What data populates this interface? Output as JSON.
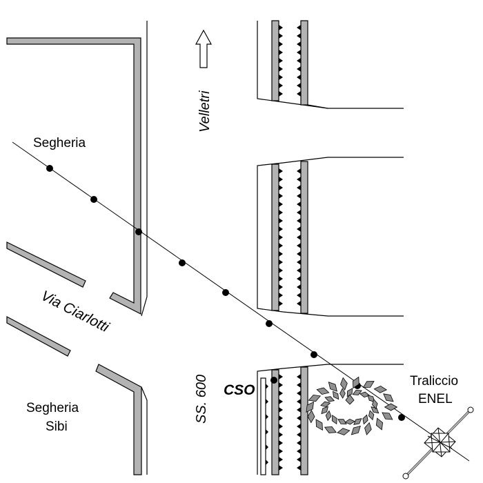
{
  "map": {
    "labels": {
      "segheria": "Segheria",
      "velletri": "Velletri",
      "via_ciarlotti": "Via Ciarlotti",
      "ss600": "SS. 600",
      "cso": "CSO",
      "segheria_sibi_line1": "Segheria",
      "segheria_sibi_line2": "Sibi",
      "traliccio_line1": "Traliccio",
      "traliccio_line2": "ENEL"
    },
    "colors": {
      "wall_fill": "#b3b3b3",
      "leaf_fill": "#909090",
      "ink": "#000000",
      "background": "#ffffff"
    },
    "icons": {
      "north_arrow": "arrow-up-icon",
      "pylon": "power-pylon-icon",
      "trees": "tree-cluster-icon"
    }
  }
}
